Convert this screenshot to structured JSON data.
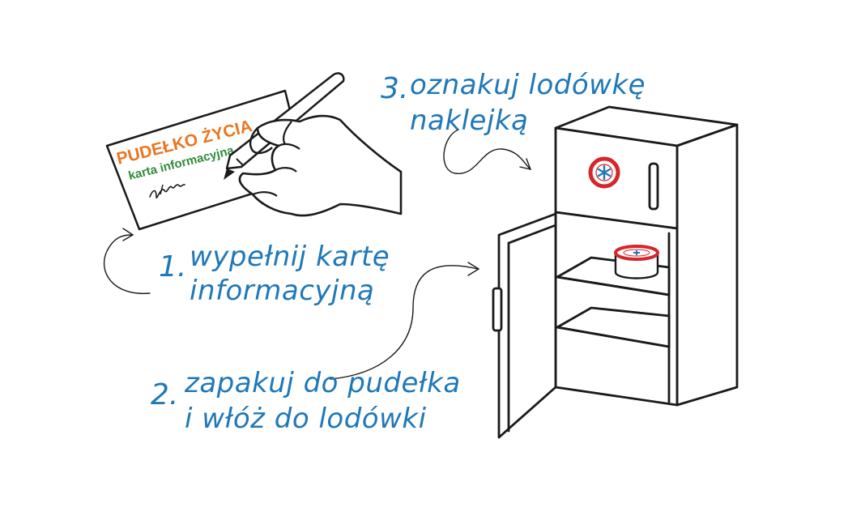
{
  "card": {
    "title": "PUDEŁKO ŻYCIA",
    "subtitle": "karta informacyjna",
    "title_color": "#e87722",
    "subtitle_color": "#2e8b3a"
  },
  "steps": [
    {
      "number": "1.",
      "line1": "wypełnij kartę",
      "line2": "informacyjną"
    },
    {
      "number": "2.",
      "line1": "zapakuj do pudełka",
      "line2": "i włóż do lodówki"
    },
    {
      "number": "3.",
      "line1": "oznakuj lodówkę",
      "line2": "naklejką"
    }
  ],
  "colors": {
    "text": "#1f78b8",
    "outline": "#1a1a1a",
    "sticker": "#d6262b"
  },
  "icons": [
    "hand-with-pen-icon",
    "fridge-icon",
    "sticker-icon",
    "box-icon",
    "arrow-icon"
  ]
}
